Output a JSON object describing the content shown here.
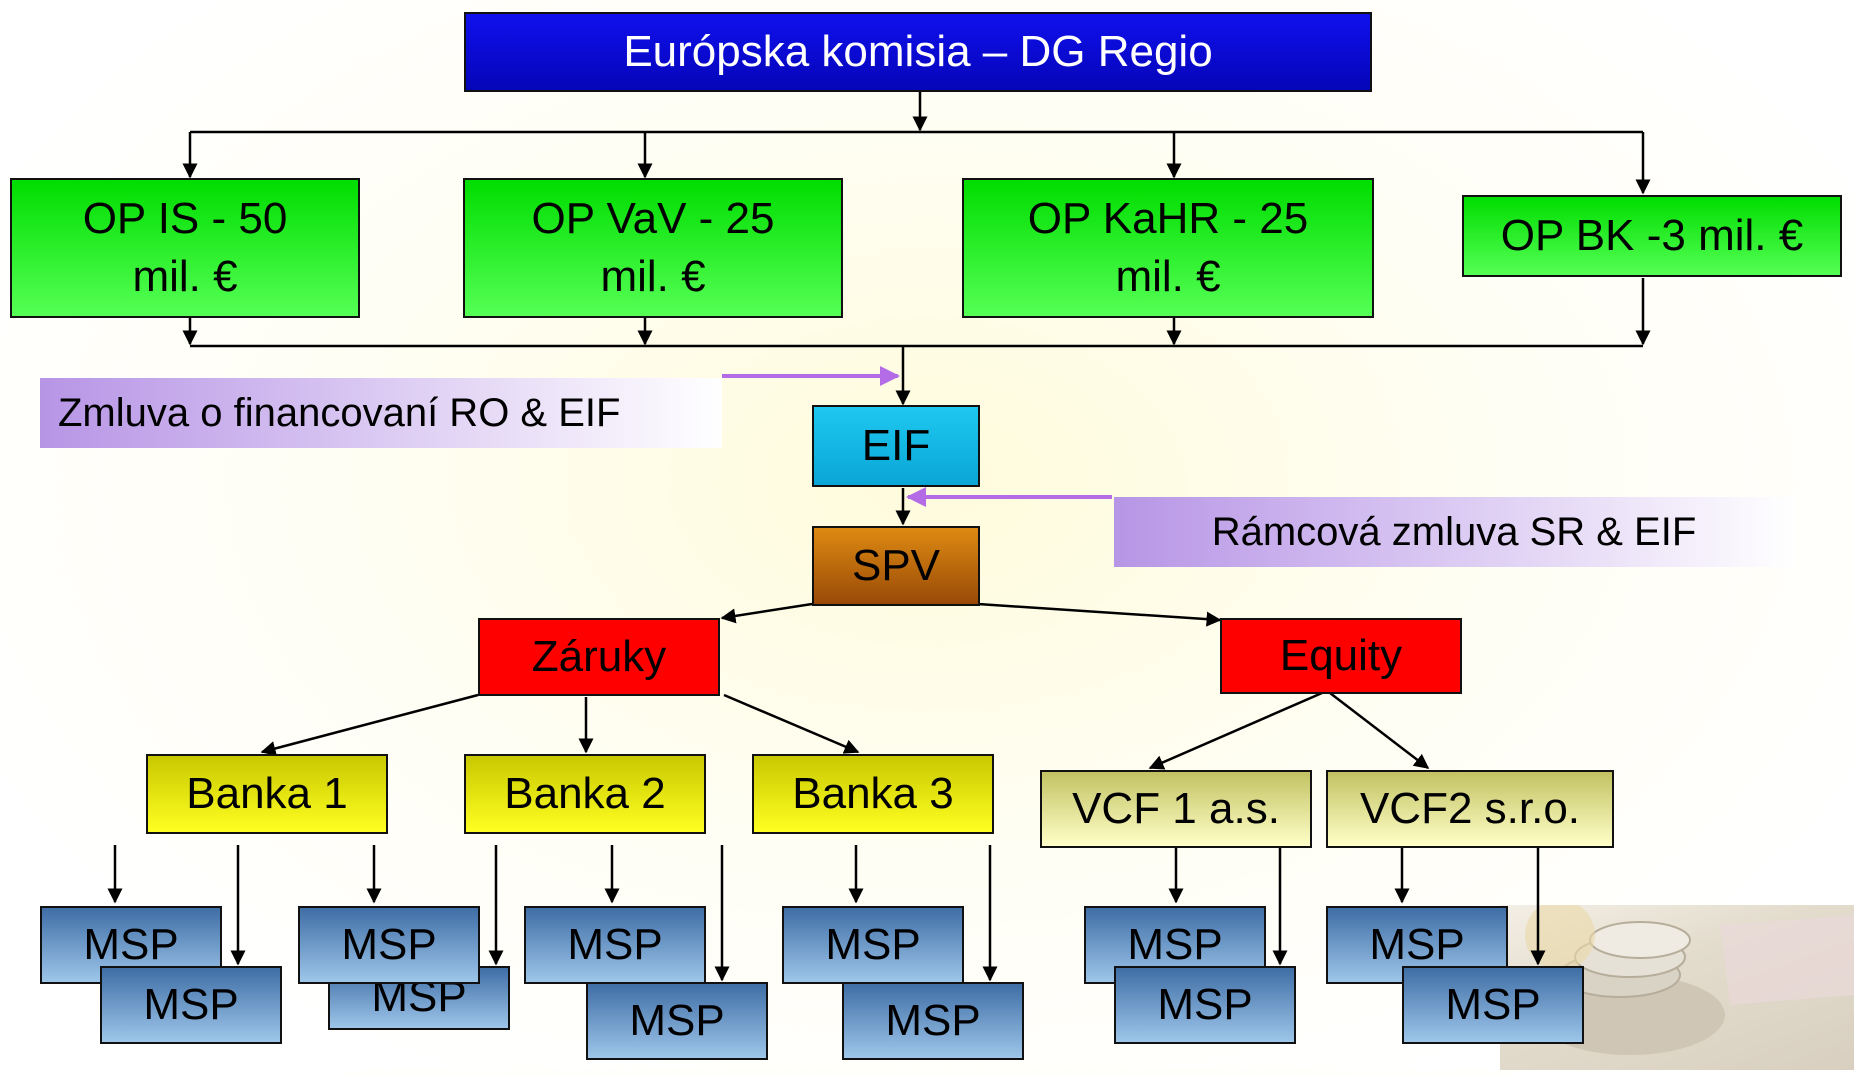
{
  "diagram": {
    "top": "Európska komisia – DG Regio",
    "programs": [
      {
        "line1": "OP IS - 50",
        "line2": "mil. €"
      },
      {
        "line1": "OP VaV - 25",
        "line2": "mil. €"
      },
      {
        "line1": "OP KaHR - 25",
        "line2": "mil. €"
      },
      {
        "line1": "OP BK -3 mil. €",
        "line2": ""
      }
    ],
    "contract1": "Zmluva o financovaní RO & EIF",
    "eif": "EIF",
    "contract2": "Rámcová zmluva SR & EIF",
    "spv": "SPV",
    "guarantees": "Záruky",
    "equity": "Equity",
    "banks": [
      "Banka 1",
      "Banka 2",
      "Banka 3"
    ],
    "funds": [
      "VCF 1 a.s.",
      "VCF2 s.r.o."
    ],
    "msp": "MSP"
  },
  "colors": {
    "top": "#0808d0",
    "program": "#00ee00",
    "eif": "#10b8e6",
    "spv": "#c46a10",
    "red": "#ff0000",
    "bank": "#eeee00",
    "fund": "#e6e6a0",
    "msp": "#6e9ccc",
    "contract": "#b38ce3"
  },
  "decor": "coins-icon"
}
